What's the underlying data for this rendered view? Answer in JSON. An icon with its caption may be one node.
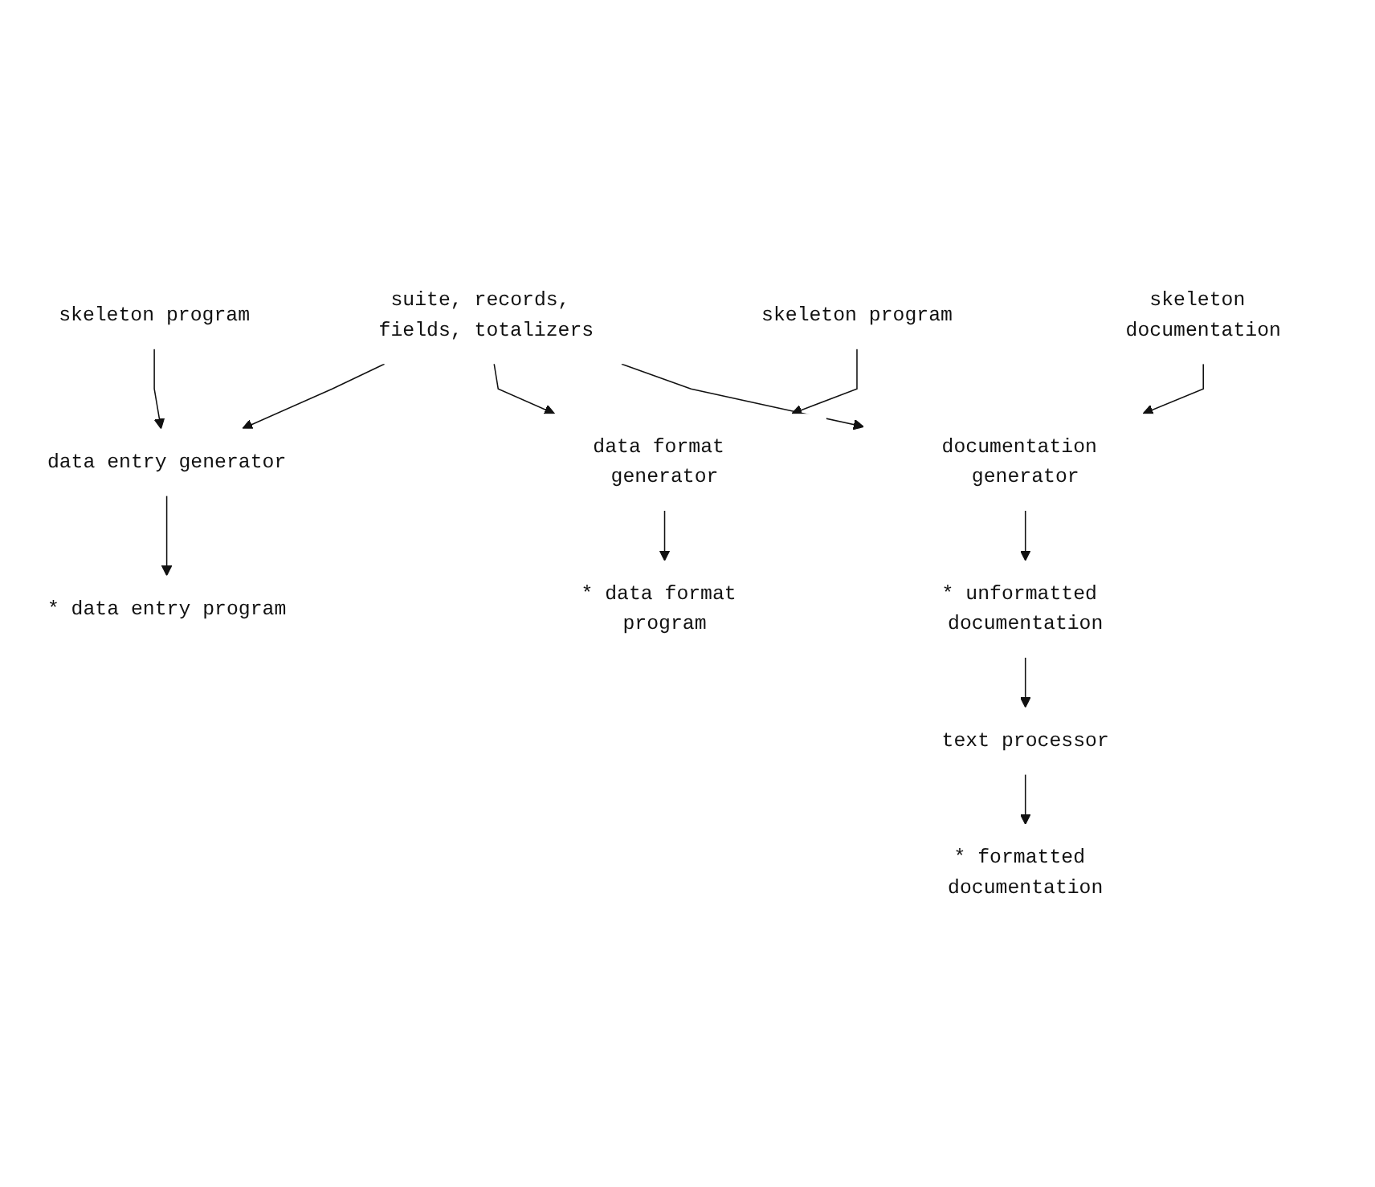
{
  "diagram": {
    "nodes": [
      {
        "text": [
          "suite, records, fields, totalizers"
        ]
      },
      {
        "text": [
          "skeleton program"
        ]
      },
      {
        "text": [
          "skeleton program"
        ]
      },
      {
        "text": [
          "skeleton documentation"
        ]
      },
      {
        "text": [
          "data entry generator"
        ]
      },
      {
        "text": [
          "data format generator"
        ]
      },
      {
        "text": [
          "documentation generator"
        ]
      },
      {
        "text": [
          "* data entry program"
        ]
      },
      {
        "text": [
          "* data format program"
        ]
      },
      {
        "text": [
          "* unformatted documentation"
        ]
      },
      {
        "text": [
          "text processor"
        ]
      },
      {
        "text": [
          "* formatted documentation"
        ]
      }
    ],
    "edges": [
      {
        "from": 0,
        "to": 4,
        "arrow": "to"
      },
      {
        "from": 0,
        "to": 5,
        "arrow": "to"
      },
      {
        "from": 0,
        "to": 6,
        "arrow": "to"
      },
      {
        "from": 1,
        "to": 4,
        "arrow": "to"
      },
      {
        "from": 2,
        "to": 5,
        "arrow": "to"
      },
      {
        "from": 3,
        "to": 6,
        "arrow": "to"
      },
      {
        "from": 4,
        "to": 7,
        "arrow": "to"
      },
      {
        "from": 5,
        "to": 8,
        "arrow": "to"
      },
      {
        "from": 6,
        "to": 9,
        "arrow": "to"
      },
      {
        "from": 9,
        "to": 10,
        "arrow": "to"
      },
      {
        "from": 10,
        "to": 11,
        "arrow": "to"
      }
    ]
  }
}
